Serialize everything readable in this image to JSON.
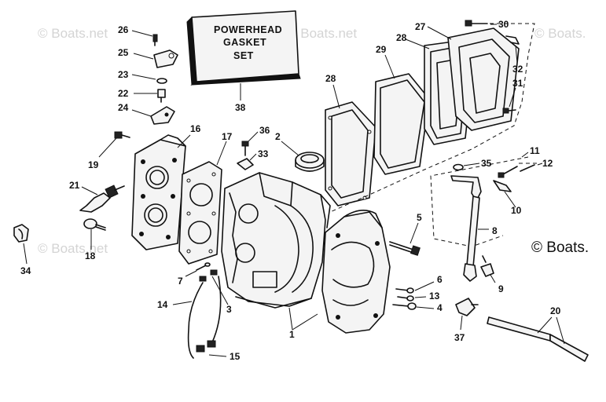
{
  "watermarks": {
    "light": "© Boats.net",
    "light_right": "© Boats.",
    "dark": "© Boats."
  },
  "gasket_box": {
    "line1": "POWERHEAD",
    "line2": "GASKET",
    "line3": "SET"
  },
  "callouts": {
    "c1": "1",
    "c2": "2",
    "c3": "3",
    "c4": "4",
    "c5": "5",
    "c6": "6",
    "c7": "7",
    "c8": "8",
    "c9": "9",
    "c10": "10",
    "c11": "11",
    "c12": "12",
    "c13": "13",
    "c14": "14",
    "c15": "15",
    "c16": "16",
    "c17": "17",
    "c18": "18",
    "c19": "19",
    "c20": "20",
    "c21": "21",
    "c22": "22",
    "c23": "23",
    "c24": "24",
    "c25": "25",
    "c26": "26",
    "c27": "27",
    "c28a": "28",
    "c28b": "28",
    "c29": "29",
    "c30": "30",
    "c31": "31",
    "c32": "32",
    "c33": "33",
    "c34": "34",
    "c35": "35",
    "c36": "36",
    "c37": "37",
    "c38": "38"
  }
}
